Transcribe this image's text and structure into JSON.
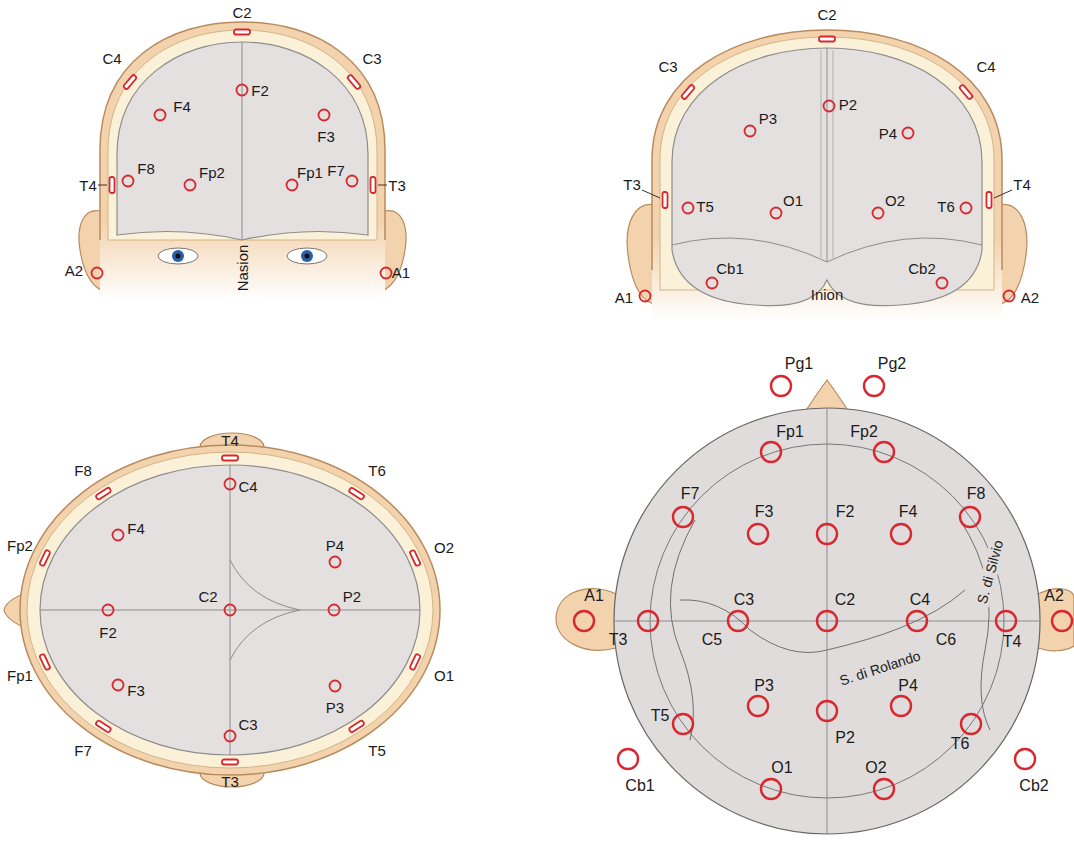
{
  "diagram": {
    "labels": [
      "C2",
      "C4",
      "C3",
      "F4",
      "F2",
      "F3",
      "F8",
      "Fp2",
      "Fp1",
      "F7",
      "T4",
      "T3",
      "A2",
      "A1",
      "Nasion",
      "C2",
      "C3",
      "C4",
      "P3",
      "P2",
      "P4",
      "T3",
      "T5",
      "O1",
      "O2",
      "T6",
      "T4",
      "Cb1",
      "Cb2",
      "Inion",
      "A1",
      "A2",
      "T4",
      "F8",
      "T6",
      "F4",
      "C4",
      "P4",
      "O2",
      "Fp2",
      "F2",
      "C2",
      "P2",
      "O1",
      "Fp1",
      "F3",
      "P3",
      "C3",
      "F7",
      "T5",
      "T3",
      "Pg1",
      "Pg2",
      "Fp1",
      "Fp2",
      "F7",
      "F3",
      "F2",
      "F4",
      "F8",
      "A1",
      "A2",
      "T3",
      "C5",
      "C3",
      "C2",
      "C4",
      "C6",
      "S. di Silvio",
      "T4",
      "S. di Rolando",
      "P3",
      "P4",
      "T5",
      "P2",
      "T6",
      "O1",
      "O2",
      "Cb1",
      "Cb2"
    ]
  }
}
